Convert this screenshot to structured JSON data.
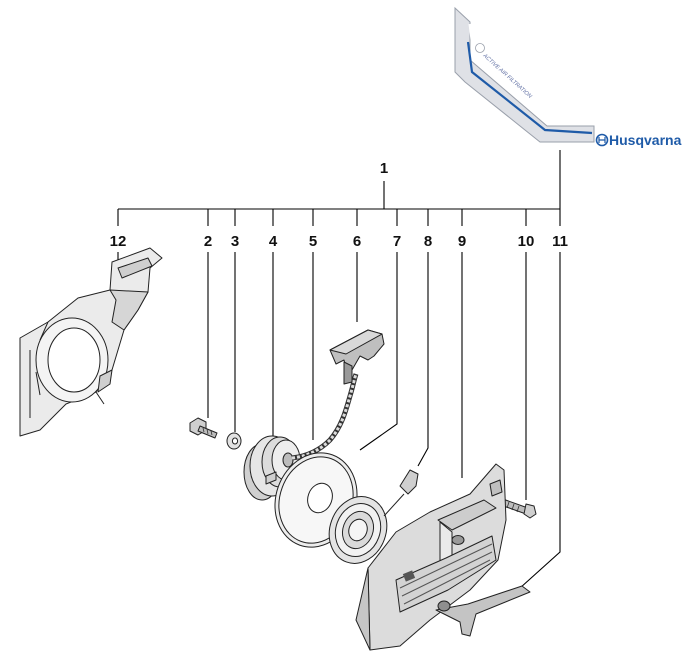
{
  "assembly": {
    "main_label": "1",
    "part_numbers": [
      "12",
      "2",
      "3",
      "4",
      "5",
      "6",
      "7",
      "8",
      "9",
      "10",
      "11"
    ]
  },
  "decal": {
    "text": "ACTIVE AIR FILTRATION",
    "brand": "Husqvarna",
    "brand_color": "#1f5ba8"
  },
  "parts": {
    "p12": "icon:fan-housing-cover",
    "p2": "icon:screw",
    "p3": "icon:washer",
    "p4": "icon:pulley",
    "p5": "icon:starter-rope",
    "p6": "icon:starter-handle",
    "p7": "icon:friction-disc",
    "p8": "icon:return-spring",
    "p9": "icon:starter-housing",
    "p10": "icon:bolt",
    "p11": "icon:decal"
  }
}
